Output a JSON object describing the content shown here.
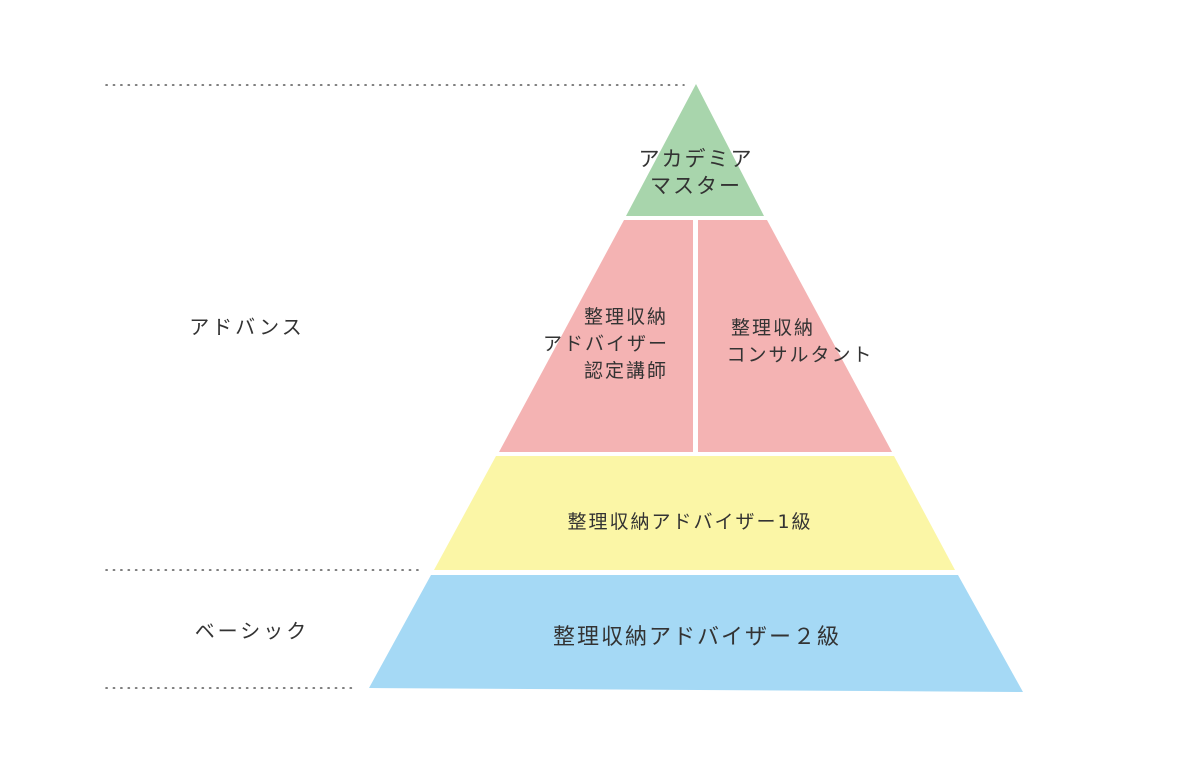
{
  "levels": {
    "advance_label": "アドバンス",
    "basic_label": "ベーシック"
  },
  "tiers": {
    "top": {
      "line1": "アカデミア",
      "line2": "マスター",
      "color": "#a8d5ac"
    },
    "instructor": {
      "line1": "整理収納",
      "line2": "アドバイザー",
      "line3": "認定講師",
      "color": "#f4b3b3"
    },
    "consultant": {
      "line1": "整理収納",
      "line2": "コンサルタント",
      "color": "#f4b3b3"
    },
    "grade1": {
      "label": "整理収納アドバイザー1級",
      "color": "#fbf6a6"
    },
    "grade2": {
      "label": "整理収納アドバイザー２級",
      "color": "#a5d9f5"
    }
  }
}
